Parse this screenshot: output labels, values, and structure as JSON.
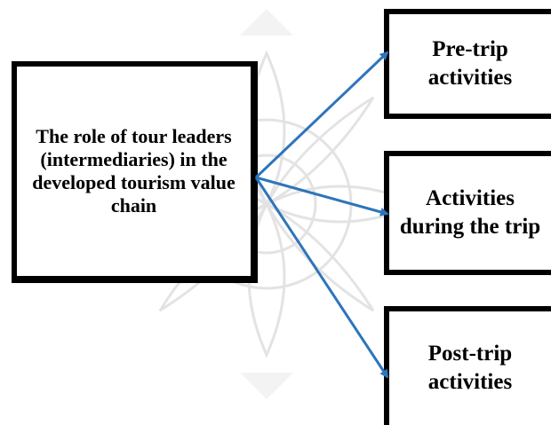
{
  "diagram": {
    "source_box": {
      "label": "The role of tour leaders (intermediaries) in the developed tourism value chain"
    },
    "target_boxes": [
      {
        "label": "Pre-trip activities"
      },
      {
        "label": "Activities during the trip"
      },
      {
        "label": "Post-trip activities"
      }
    ],
    "arrow_color": "#2D75BB",
    "border_color": "#000000",
    "watermark_color": "#E6E6E6"
  }
}
